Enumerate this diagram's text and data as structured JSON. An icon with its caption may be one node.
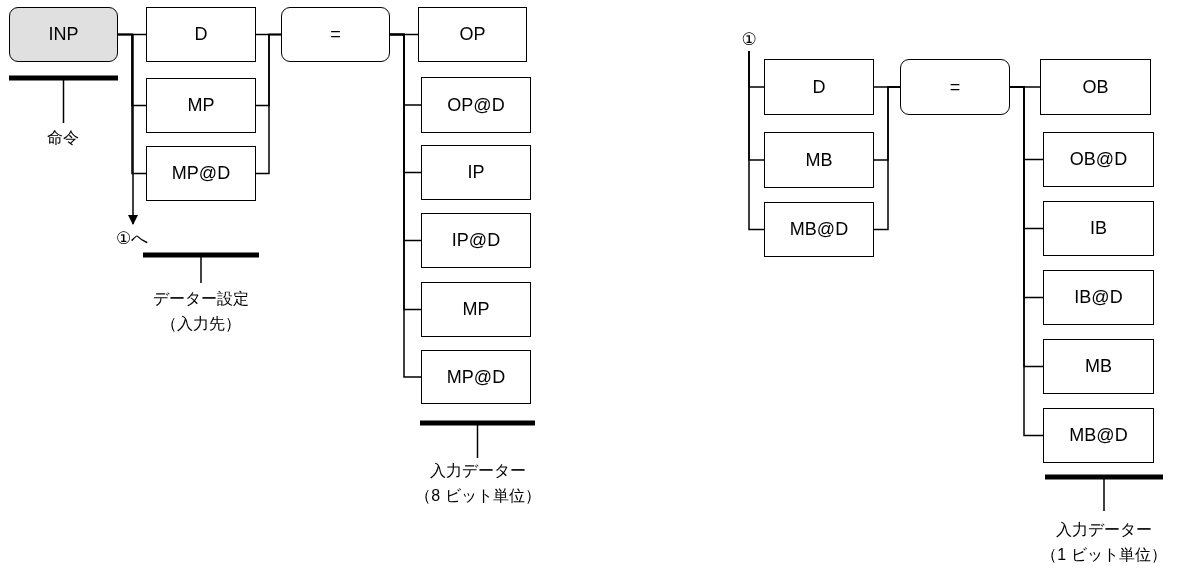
{
  "diagram": {
    "nodes": [
      {
        "text": [
          "INP"
        ]
      },
      {
        "text": [
          "D"
        ]
      },
      {
        "text": [
          "MP"
        ]
      },
      {
        "text": [
          "MP@D"
        ]
      },
      {
        "text": [
          "="
        ]
      },
      {
        "text": [
          "OP"
        ]
      },
      {
        "text": [
          "OP@D"
        ]
      },
      {
        "text": [
          "IP"
        ]
      },
      {
        "text": [
          "IP@D"
        ]
      },
      {
        "text": [
          "MP"
        ]
      },
      {
        "text": [
          "MP@D"
        ]
      },
      {
        "text": [
          "①へ"
        ]
      },
      {
        "text": [
          "①"
        ]
      },
      {
        "text": [
          "D"
        ]
      },
      {
        "text": [
          "MB"
        ]
      },
      {
        "text": [
          "MB@D"
        ]
      },
      {
        "text": [
          "="
        ]
      },
      {
        "text": [
          "OB"
        ]
      },
      {
        "text": [
          "OB@D"
        ]
      },
      {
        "text": [
          "IB"
        ]
      },
      {
        "text": [
          "IB@D"
        ]
      },
      {
        "text": [
          "MB"
        ]
      },
      {
        "text": [
          "MB@D"
        ]
      }
    ],
    "edges": [
      {
        "from": 0,
        "to": 1,
        "arrow": "none"
      },
      {
        "from": 0,
        "to": 2,
        "arrow": "none"
      },
      {
        "from": 0,
        "to": 3,
        "arrow": "none"
      },
      {
        "from": 0,
        "to": 11,
        "arrow": "to"
      },
      {
        "from": 1,
        "to": 4,
        "arrow": "none"
      },
      {
        "from": 2,
        "to": 4,
        "arrow": "none"
      },
      {
        "from": 3,
        "to": 4,
        "arrow": "none"
      },
      {
        "from": 4,
        "to": 5,
        "arrow": "none"
      },
      {
        "from": 4,
        "to": 6,
        "arrow": "none"
      },
      {
        "from": 4,
        "to": 7,
        "arrow": "none"
      },
      {
        "from": 4,
        "to": 8,
        "arrow": "none"
      },
      {
        "from": 4,
        "to": 9,
        "arrow": "none"
      },
      {
        "from": 4,
        "to": 10,
        "arrow": "none"
      },
      {
        "from": 12,
        "to": 13,
        "arrow": "none"
      },
      {
        "from": 12,
        "to": 14,
        "arrow": "none"
      },
      {
        "from": 12,
        "to": 15,
        "arrow": "none"
      },
      {
        "from": 13,
        "to": 16,
        "arrow": "none"
      },
      {
        "from": 14,
        "to": 16,
        "arrow": "none"
      },
      {
        "from": 15,
        "to": 16,
        "arrow": "none"
      },
      {
        "from": 16,
        "to": 17,
        "arrow": "none"
      },
      {
        "from": 16,
        "to": 18,
        "arrow": "none"
      },
      {
        "from": 16,
        "to": 19,
        "arrow": "none"
      },
      {
        "from": 16,
        "to": 20,
        "arrow": "none"
      },
      {
        "from": 16,
        "to": 21,
        "arrow": "none"
      },
      {
        "from": 16,
        "to": 22,
        "arrow": "none"
      }
    ],
    "labels": [
      "命令",
      "データー設定",
      "（入力先）",
      "入力データー",
      "（8 ビット単位）",
      "入力データー",
      "（1 ビット単位）"
    ]
  }
}
